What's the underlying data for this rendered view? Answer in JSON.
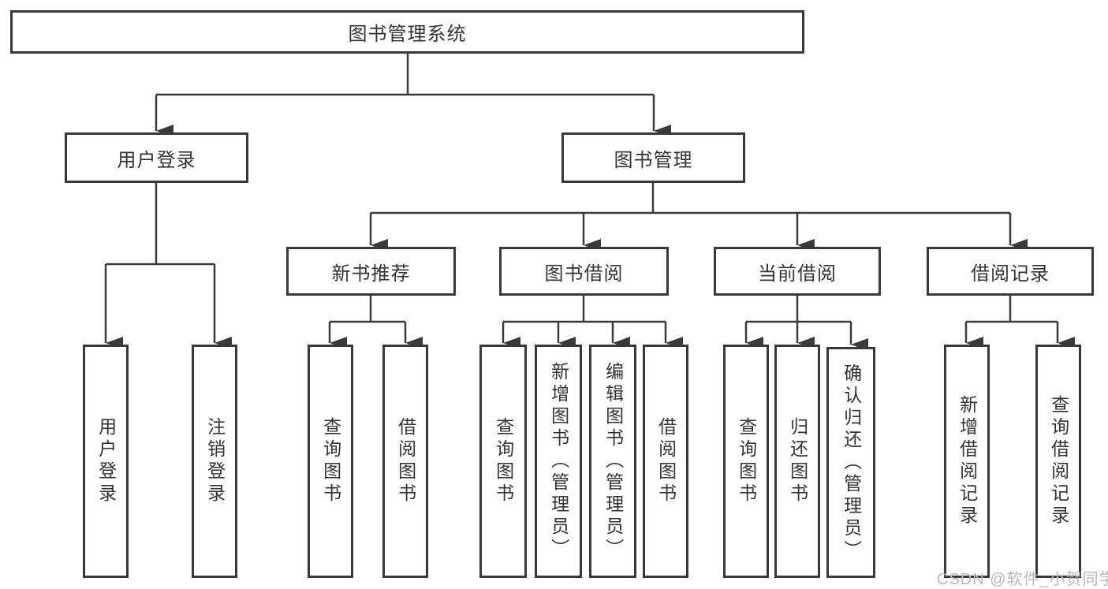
{
  "colors": {
    "line": "#3a3a3a",
    "box_border": "#383838",
    "text": "#333333",
    "watermark": "#b9b9b9",
    "background": "#ffffff"
  },
  "tree": {
    "root": {
      "label": "图书管理系统",
      "children": [
        {
          "label": "用户登录",
          "children": [
            {
              "label": "用户登录"
            },
            {
              "label": "注销登录"
            }
          ]
        },
        {
          "label": "图书管理",
          "children": [
            {
              "label": "新书推荐",
              "children": [
                {
                  "label": "查询图书"
                },
                {
                  "label": "借阅图书"
                }
              ]
            },
            {
              "label": "图书借阅",
              "children": [
                {
                  "label": "查询图书"
                },
                {
                  "label": "新增图书（管理员）"
                },
                {
                  "label": "编辑图书（管理员）"
                },
                {
                  "label": "借阅图书"
                }
              ]
            },
            {
              "label": "当前借阅",
              "children": [
                {
                  "label": "查询图书"
                },
                {
                  "label": "归还图书"
                },
                {
                  "label": "确认归还（管理员）"
                }
              ]
            },
            {
              "label": "借阅记录",
              "children": [
                {
                  "label": "新增借阅记录"
                },
                {
                  "label": "查询借阅记录"
                }
              ]
            }
          ]
        }
      ]
    }
  },
  "watermark": {
    "text": "CSDN @软件_小贺同学"
  }
}
